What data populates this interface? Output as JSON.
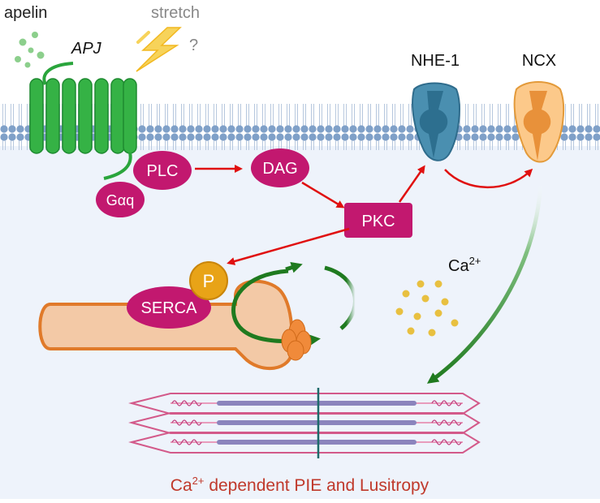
{
  "labels": {
    "apelin": "apelin",
    "stretch": "stretch",
    "question": "?",
    "apj": "APJ",
    "nhe1": "NHE-1",
    "ncx": "NCX",
    "plc": "PLC",
    "dag": "DAG",
    "gaq": "Gαq",
    "pkc": "PKC",
    "p": "P",
    "serca": "SERCA",
    "ca_base": "Ca",
    "ca_sup": "2+",
    "bottom_sup": "2+",
    "bottom_rest": " dependent PIE and Lusitropy",
    "bottom_ca": "Ca"
  },
  "colors": {
    "magenta": "#c2186f",
    "red_arrow": "#e01010",
    "green": "#1f7a1f",
    "apj_green": "#35b245",
    "membrane": "#7a9cc4",
    "cell_bg": "#eef3fb",
    "sr_fill": "#f3c9a6",
    "sr_stroke": "#e07a2a",
    "nhe": "#4a8fb0",
    "ncx": "#f0b057",
    "phospho": "#e8a317",
    "bottom_text": "#c0392b",
    "ca_dots": "#e8c040"
  }
}
